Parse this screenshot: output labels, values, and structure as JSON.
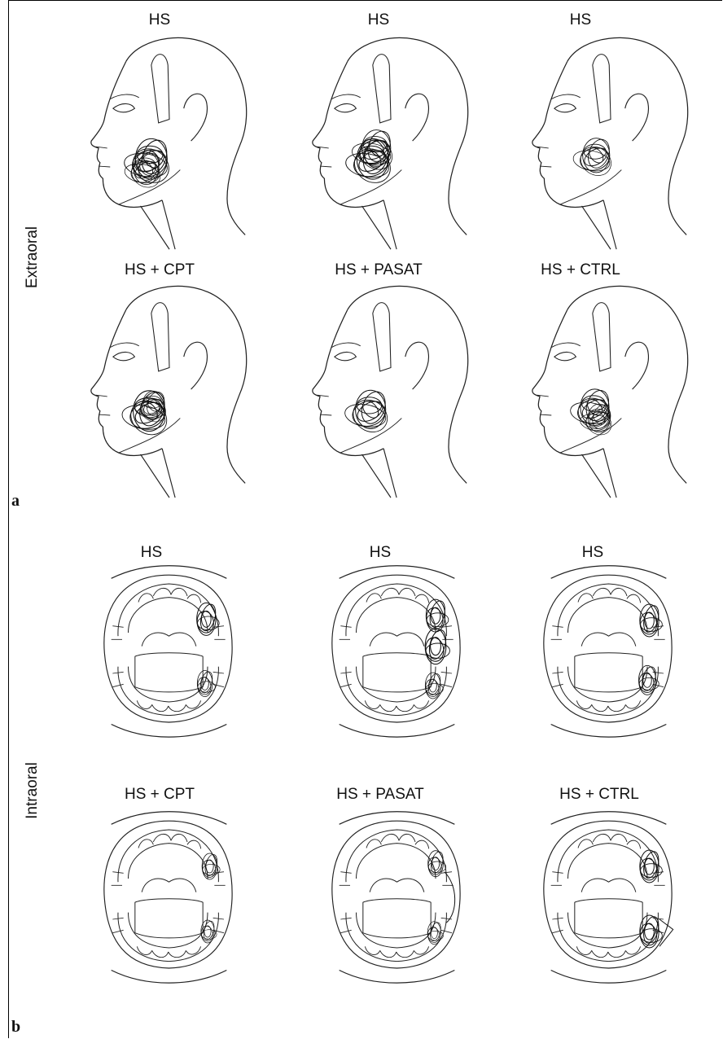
{
  "panel_a": {
    "letter": "a",
    "side_label": "Extraoral",
    "cells": [
      {
        "label": "HS"
      },
      {
        "label": "HS"
      },
      {
        "label": "HS"
      },
      {
        "label": "HS + CPT"
      },
      {
        "label": "HS + PASAT"
      },
      {
        "label": "HS + CTRL"
      }
    ]
  },
  "panel_b": {
    "letter": "b",
    "side_label": "Intraoral",
    "cells": [
      {
        "label": "HS"
      },
      {
        "label": "HS"
      },
      {
        "label": "HS"
      },
      {
        "label": "HS + CPT"
      },
      {
        "label": "HS + PASAT"
      },
      {
        "label": "HS + CTRL"
      }
    ]
  }
}
